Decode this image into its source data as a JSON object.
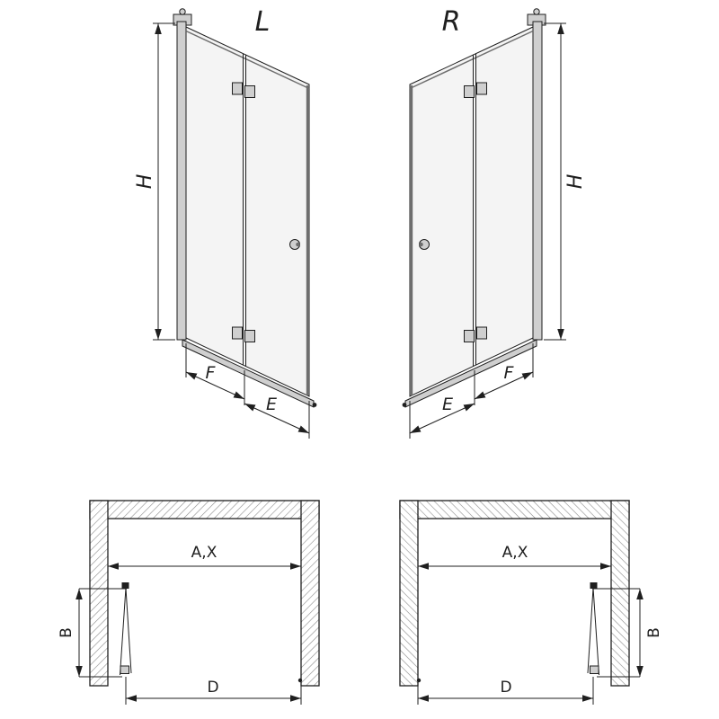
{
  "diagram": {
    "variants": {
      "left_label": "L",
      "right_label": "R"
    },
    "dimensions": {
      "height": "H",
      "panel_f": "F",
      "panel_e": "E",
      "opening_width": "A,X",
      "door_depth": "B",
      "entry_width": "D"
    }
  },
  "colors": {
    "line": "#1f1f1f",
    "glass": "#f4f4f4",
    "profile": "#cfcfcf",
    "dark": "#6e6e6e",
    "hatch": "#8f8f8f",
    "bg": "#ffffff"
  }
}
